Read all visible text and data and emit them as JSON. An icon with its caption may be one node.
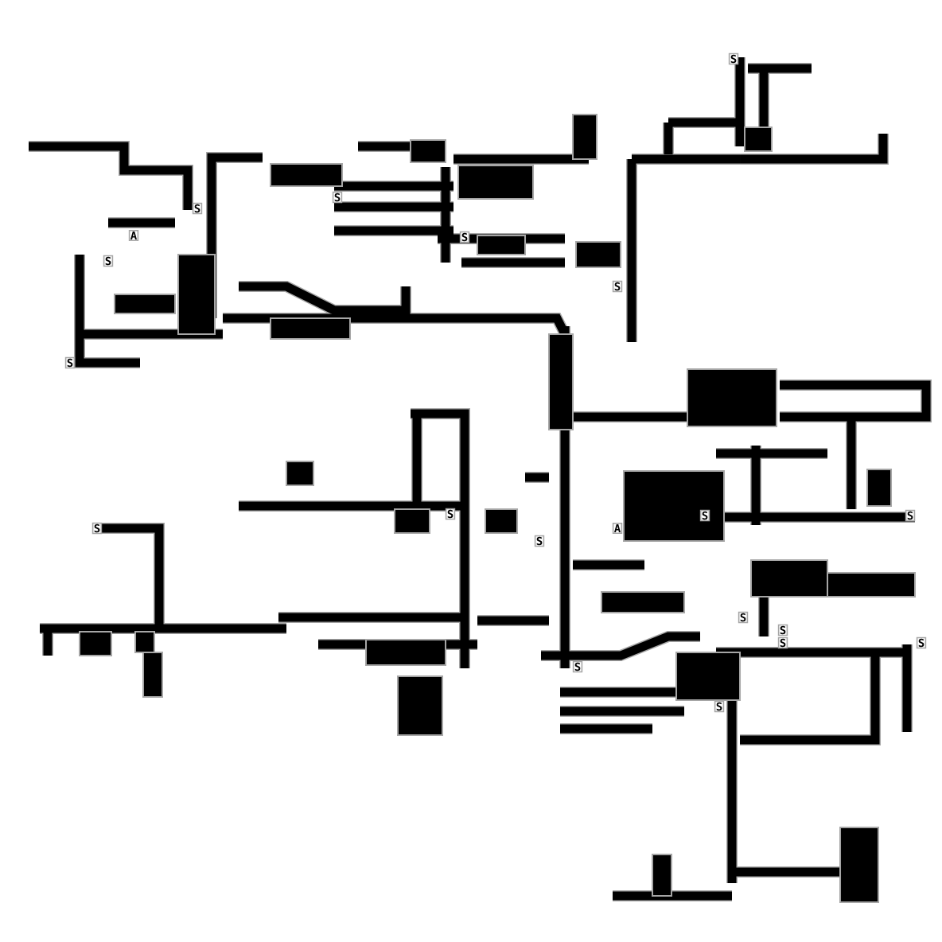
{
  "diagram": {
    "labels": [
      "S",
      "S",
      "S",
      "A",
      "S",
      "S",
      "S",
      "S",
      "S",
      "S",
      "S",
      "S",
      "A",
      "S",
      "S",
      "S",
      "S",
      "S",
      "S",
      "S"
    ]
  }
}
